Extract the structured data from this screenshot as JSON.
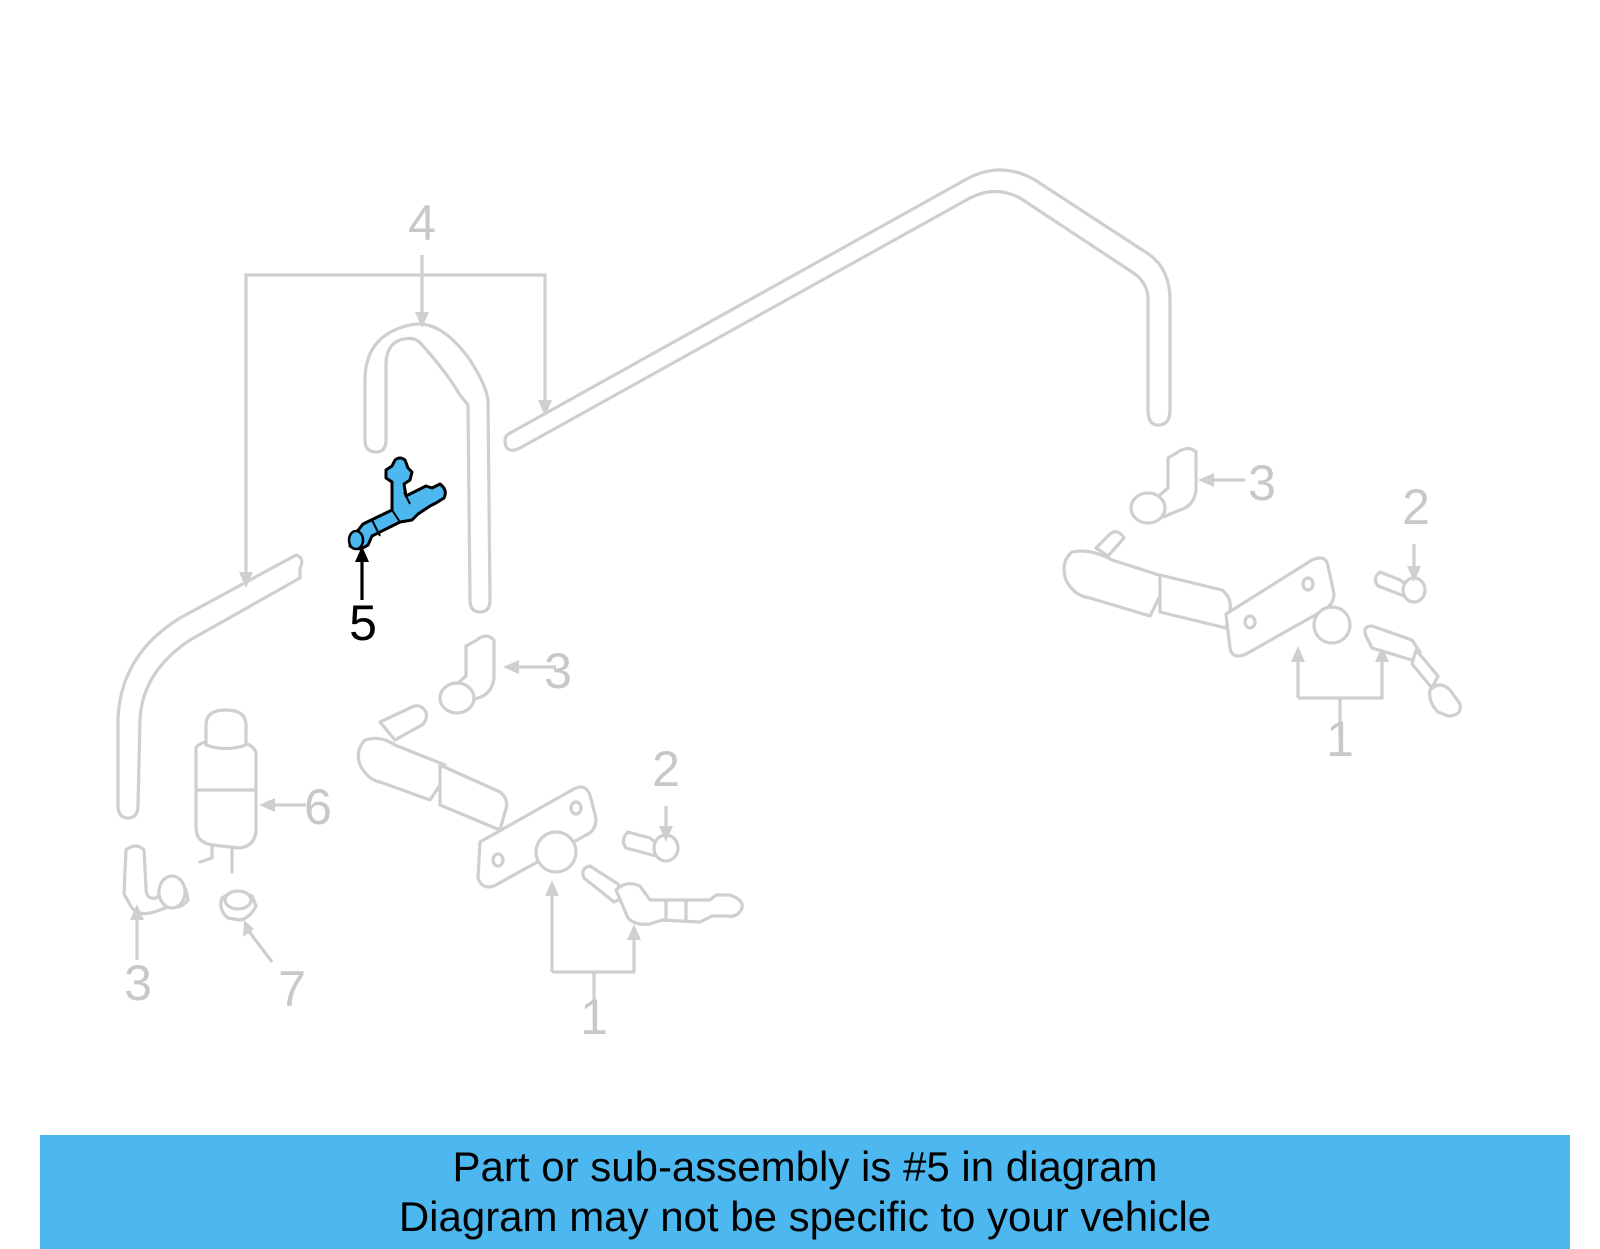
{
  "diagram": {
    "callouts": [
      {
        "id": "c4",
        "label": "4",
        "active": false
      },
      {
        "id": "c5",
        "label": "5",
        "active": true
      },
      {
        "id": "c3a",
        "label": "3",
        "active": false
      },
      {
        "id": "c3b",
        "label": "3",
        "active": false
      },
      {
        "id": "c3c",
        "label": "3",
        "active": false
      },
      {
        "id": "c2a",
        "label": "2",
        "active": false
      },
      {
        "id": "c2b",
        "label": "2",
        "active": false
      },
      {
        "id": "c1a",
        "label": "1",
        "active": false
      },
      {
        "id": "c1b",
        "label": "1",
        "active": false
      },
      {
        "id": "c6",
        "label": "6",
        "active": false
      },
      {
        "id": "c7",
        "label": "7",
        "active": false
      }
    ],
    "highlight_color": "#4db8f0",
    "ghost_color": "#cfcfcf"
  },
  "banner": {
    "line1": "Part or sub-assembly is #5 in diagram",
    "line2": "Diagram may not be specific to your vehicle",
    "color": "#4db8f0"
  }
}
